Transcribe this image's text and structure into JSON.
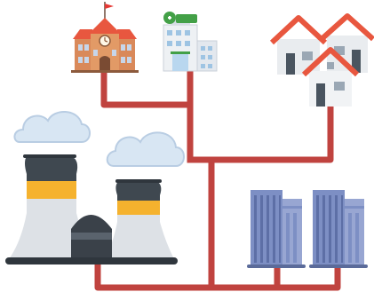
{
  "diagram": {
    "kind": "power-grid-illustration",
    "nodes": [
      {
        "id": "school",
        "icon": "school-building-icon"
      },
      {
        "id": "hospital",
        "icon": "hospital-building-icon"
      },
      {
        "id": "houses",
        "icon": "residential-houses-icon"
      },
      {
        "id": "power-plant",
        "icon": "nuclear-power-plant-icon"
      },
      {
        "id": "office-towers",
        "icon": "office-towers-icon"
      },
      {
        "id": "clouds",
        "icon": "cloud-icon"
      }
    ],
    "connections": [
      [
        "power-plant",
        "office-towers"
      ],
      [
        "power-plant",
        "school"
      ],
      [
        "power-plant",
        "hospital"
      ],
      [
        "power-plant",
        "houses"
      ]
    ]
  },
  "colors": {
    "power_line": "#c0433f",
    "cloud_fill": "#d8e6f3",
    "cloud_stroke": "#b9cde3",
    "roof": "#e8573f",
    "brick": "#d9895a",
    "school_flag": "#e53935",
    "hospital_cross": "#43a047",
    "cooling_tower_dark": "#3f4850",
    "cooling_tower_light": "#dde1e6",
    "cooling_tower_band": "#f5b22e",
    "reactor_dome": "#3a4149",
    "tower_blue": "#7d8fc4",
    "window": "#c7d6ea"
  }
}
